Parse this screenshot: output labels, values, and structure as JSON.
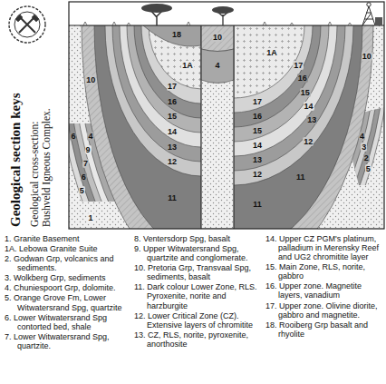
{
  "diagram": {
    "title": "Geological section keys",
    "caption": "Geological cross-section: Bushveld Igneous Complex.",
    "labels": [
      "18",
      "10",
      "4",
      "1A",
      "10",
      "10",
      "1A",
      "17",
      "16",
      "15",
      "14",
      "13",
      "12",
      "11",
      "17",
      "16",
      "15",
      "14",
      "13",
      "12",
      "11",
      "17",
      "16",
      "15",
      "14",
      "13",
      "12",
      "11",
      "6",
      "4",
      "9",
      "7",
      "6",
      "5",
      "4",
      "3",
      "2",
      "5",
      "1"
    ],
    "legend": [
      {
        "text": "1. Granite Basement"
      },
      {
        "text": "1A. Lebowa Granite Suite"
      },
      {
        "text": "2. Godwan Grp, volcanics and sediments."
      },
      {
        "text": "3. Wolkberg Grp, sediments"
      },
      {
        "text": "4. Chuniespoort Grp, dolomite."
      },
      {
        "text": "5. Orange Grove Fm, Lower Witwatersrand Spg, quartzite"
      },
      {
        "text": "6. Lower Witwatersrand Spg contorted bed, shale"
      },
      {
        "text": "7. Lower Witwatersrand Spg, quartzite."
      },
      {
        "text": "8. Ventersdorp Spg, basalt"
      },
      {
        "text": "9. Upper Witwatersrand Spg, quartzite and conglomerate."
      },
      {
        "text": "10. Pretoria Grp, Transvaal Spg, sediments, basalt"
      },
      {
        "text": "11. Dark colour Lower Zone, RLS. Pyroxenite, norite and harzburgite"
      },
      {
        "text": "12. Lower Critical Zone (CZ). Extensive layers of chromitite"
      },
      {
        "text": "13. CZ, RLS, norite, pyroxenite, anorthosite"
      },
      {
        "text": "14. Upper CZ PGM's platinum, palladium in Merensky Reef and UG2 chromitite layer"
      },
      {
        "text": "15. Main Zone, RLS, norite, gabbro"
      },
      {
        "text": "16. Upper zone. Magnetite layers, vanadium"
      },
      {
        "text": "17. Upper zone. Olivine diorite, gabbro and magnetite."
      },
      {
        "text": "18. Rooiberg Grp basalt and rhyolite"
      }
    ]
  }
}
